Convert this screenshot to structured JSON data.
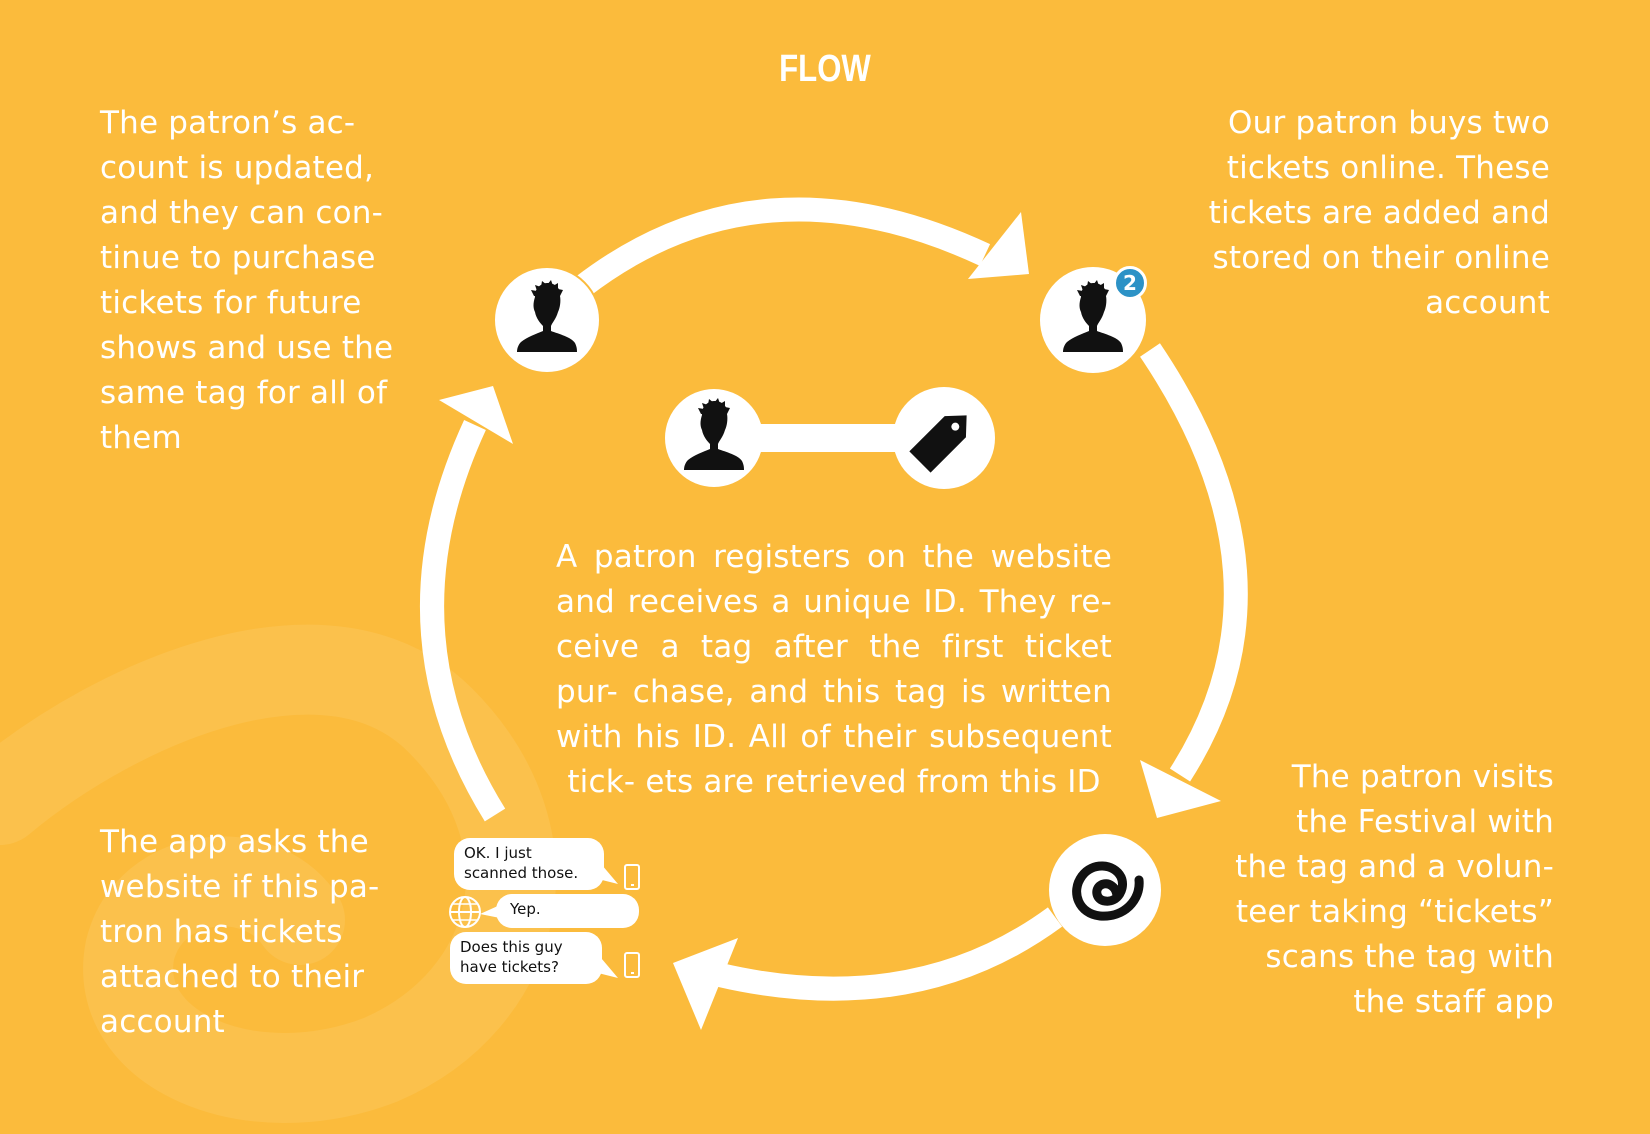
{
  "title": "FLOW",
  "steps": {
    "top_left": "The patron’s ac-\ncount is updated,\nand they can con-\ntinue to purchase\ntickets for future\nshows and use the\nsame tag for all of\nthem",
    "top_right": "Our patron buys two\ntickets online. These\ntickets are added and\nstored on their online\naccount",
    "bottom_right": "The patron visits\nthe Festival with\nthe tag and a volun-\nteer taking “tickets”\nscans the tag with\nthe staff app",
    "bottom_left": "The app asks the\nwebsite if this pa-\ntron has tickets\nattached to their\naccount",
    "center": "A patron registers on the website and receives a unique ID. They re- ceive a tag after the first ticket pur- chase, and this tag is written with his ID. All of their subsequent tick- ets are retrieved from this ID"
  },
  "badge": "2",
  "chat": {
    "app_message": "OK. I just scanned those.",
    "website_reply": "Yep.",
    "app_question": "Does this guy have tickets?"
  },
  "colors": {
    "background": "#FBBB3C",
    "foreground": "#FFFFFF",
    "badge": "#2C92C6",
    "icon": "#111111"
  },
  "icons": [
    "person-icon",
    "tag-icon",
    "swirl-icon",
    "globe-icon",
    "phone-icon"
  ]
}
